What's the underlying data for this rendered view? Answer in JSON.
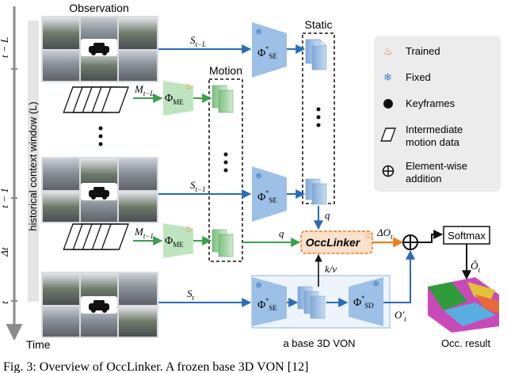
{
  "headings": {
    "observation": "Observation",
    "static": "Static",
    "motion": "Motion"
  },
  "axis": {
    "window_label": "historical context window (L)",
    "time_label": "Time",
    "t_minus_L": "t − L",
    "t_minus_1": "t − 1",
    "delta_t": "Δt",
    "t": "t"
  },
  "signals": {
    "s_t_minus_L": "S",
    "s_t_minus_L_sub": "t−L",
    "s_t_minus_1": "S",
    "s_t_minus_1_sub": "t−1",
    "s_t": "S",
    "s_t_sub": "t",
    "m_t_minus_L": "M",
    "m_t_minus_L_sub": "t−L",
    "m_t_minus_1": "M",
    "m_t_minus_1_sub": "t−1",
    "q_static": "q",
    "q_motion": "q",
    "kv": "k/v",
    "delta_o": "ΔO",
    "delta_o_sub": "t",
    "o_prime": "O′",
    "o_prime_sub": "t",
    "o_hat": "Ô",
    "o_hat_sub": "t"
  },
  "modules": {
    "phi_se": "Φ",
    "phi_se_sub": "SE",
    "phi_me": "Φ",
    "phi_me_sub": "ME",
    "phi_sd": "Φ",
    "phi_sd_sub": "SD",
    "occlinker": "OccLinker",
    "softmax": "Softmax",
    "base_von": "a base 3D VON",
    "occ_result": "Occ. result"
  },
  "legend": {
    "trained": "Trained",
    "fixed": "Fixed",
    "keyframes": "Keyframes",
    "intermediate_line1": "Intermediate",
    "intermediate_line2": "motion data",
    "elementwise_line1": "Element-wise",
    "elementwise_line2": "addition"
  },
  "caption": "Fig. 3: Overview of OccLinker. A frozen base 3D VON [12]",
  "colors": {
    "blue": "#2a6db5",
    "green": "#3aa04a",
    "orange": "#ee7d1e",
    "phi_se_fill": "#9cc0e6",
    "phi_me_fill": "#bfe5c0",
    "occlinker_fill": "#fbe0cc",
    "legend_bg": "#ececec",
    "axis_gray": "#8a8a8a"
  },
  "icons": [
    "flame-icon",
    "snowflake-icon",
    "car-icon"
  ]
}
